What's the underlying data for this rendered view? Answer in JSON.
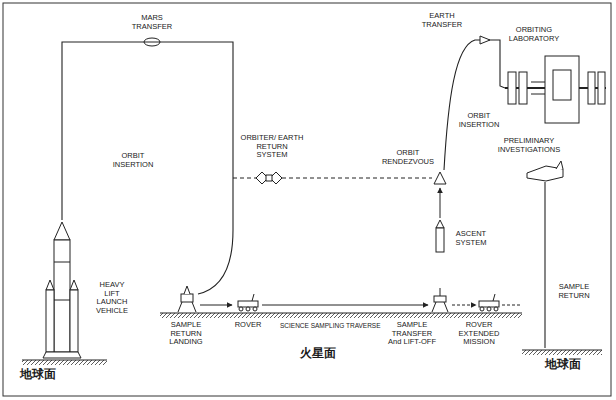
{
  "diagram": {
    "labels": [
      "MARS TRANSFER",
      "EARTH TRANSFER",
      "ORBITING LABORATORY",
      "ORBIT INSERTION",
      "PRELIMINARY INVESTIGATIONS",
      "ORBIT INSERTION",
      "ORBITER/ EARTH RETURN SYSTEM",
      "ORBIT RENDEZVOUS",
      "ASCENT SYSTEM",
      "HEAVY LIFT LAUNCH VEHICLE",
      "SAMPLE RETURN",
      "SAMPLE RETURN LANDING",
      "ROVER",
      "SCIENCE SAMPLING TRAVERSE",
      "SAMPLE TRANSFER And LIFT-OFF",
      "ROVER EXTENDED MISSION",
      "火星面",
      "地球面",
      "地球面"
    ]
  }
}
